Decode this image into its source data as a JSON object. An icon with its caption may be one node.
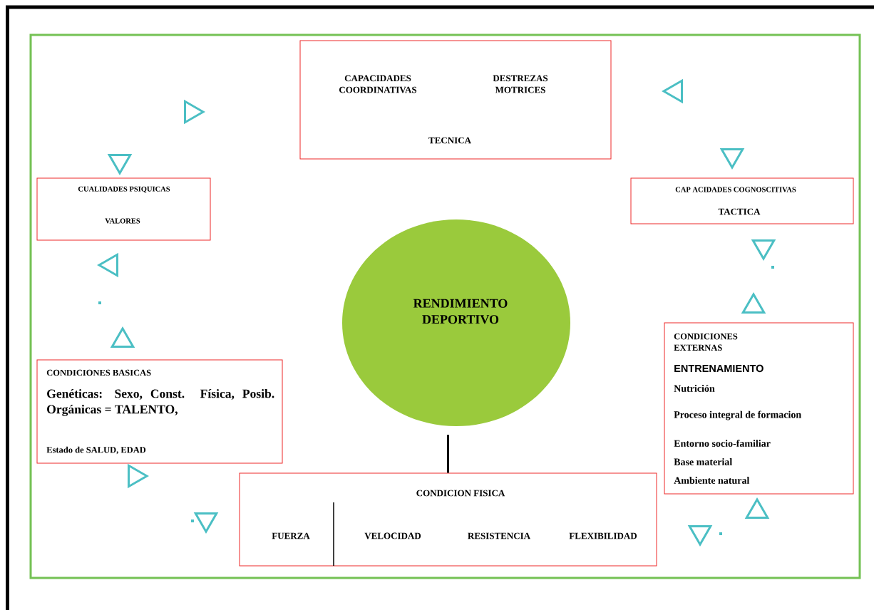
{
  "diagram": {
    "nodes": [
      {
        "text": [
          "CAPACIDADES COORDINATIVAS",
          "DESTREZAS MOTRICES",
          "TECNICA"
        ]
      },
      {
        "text": [
          "CUALIDADES PSIQUICAS",
          "VALORES"
        ]
      },
      {
        "text": [
          "CAP ACIDADES COGNOSCITIVAS",
          "TACTICA"
        ]
      },
      {
        "text": [
          "RENDIMIENTO DEPORTIVO"
        ]
      },
      {
        "text": [
          "CONDICIONES BASICAS",
          "Genéticas: Sexo, Const. Física, Posib. Orgánicas = TALENTO,",
          "Estado de SALUD, EDAD"
        ]
      },
      {
        "text": [
          "CONDICIONES EXTERNAS",
          "ENTRENAMIENTO",
          "Nutrición",
          "Proceso integral de formacion",
          "Entorno socio-familiar",
          "Base material",
          "Ambiente natural"
        ]
      },
      {
        "text": [
          "CONDICION FISICA",
          "FUERZA",
          "VELOCIDAD",
          "RESISTENCIA",
          "FLEXIBILIDAD"
        ]
      }
    ],
    "edges": [
      {
        "from": 6,
        "to": 3,
        "arrow": "none"
      }
    ]
  }
}
